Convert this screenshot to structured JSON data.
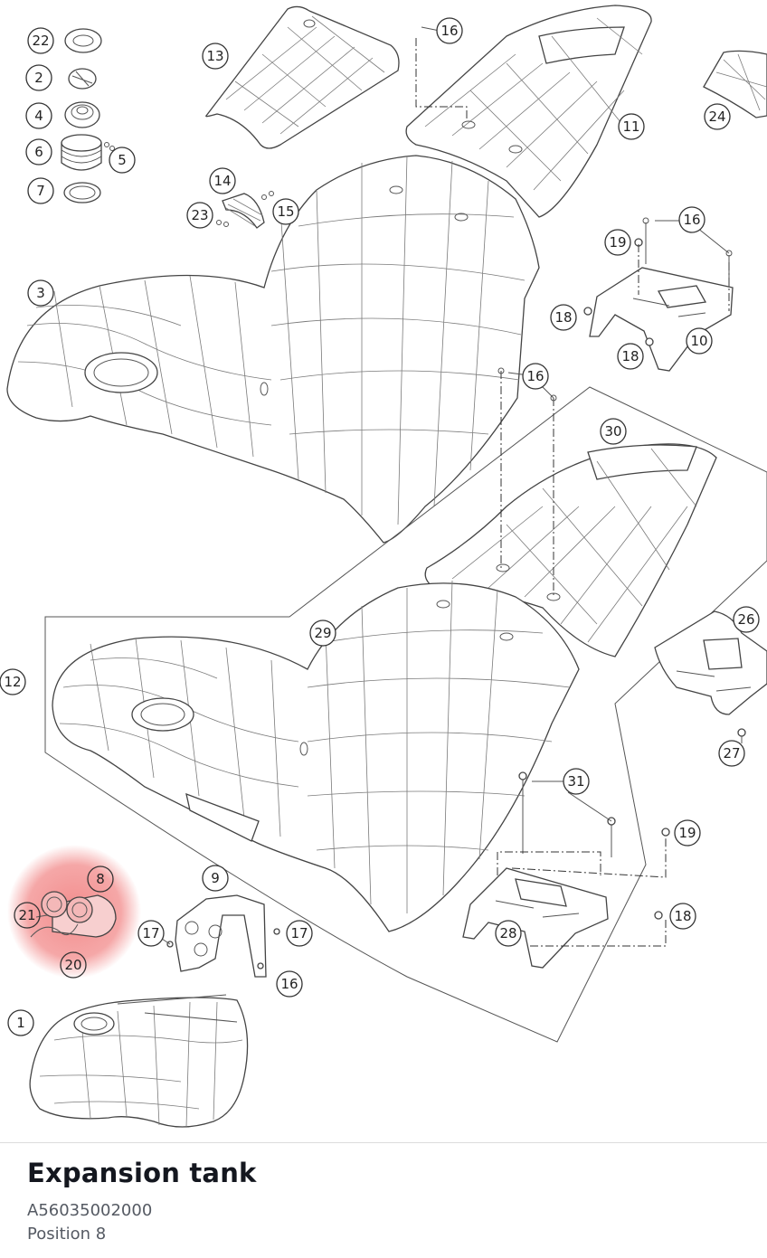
{
  "callouts": {
    "c1": "1",
    "c2": "2",
    "c3": "3",
    "c4": "4",
    "c5": "5",
    "c6": "6",
    "c7": "7",
    "c8": "8",
    "c9": "9",
    "c10": "10",
    "c11": "11",
    "c12": "12",
    "c13": "13",
    "c14": "14",
    "c15": "15",
    "c16": "16",
    "c17": "17",
    "c18": "18",
    "c19": "19",
    "c20": "20",
    "c21": "21",
    "c22": "22",
    "c23": "23",
    "c24": "24",
    "c26": "26",
    "c27": "27",
    "c28": "28",
    "c29": "29",
    "c30": "30",
    "c31": "31"
  },
  "highlight": {
    "color": "#f07878",
    "selected_position": "8"
  },
  "part": {
    "title": "Expansion tank",
    "number": "A56035002000",
    "position": "Position 8"
  }
}
